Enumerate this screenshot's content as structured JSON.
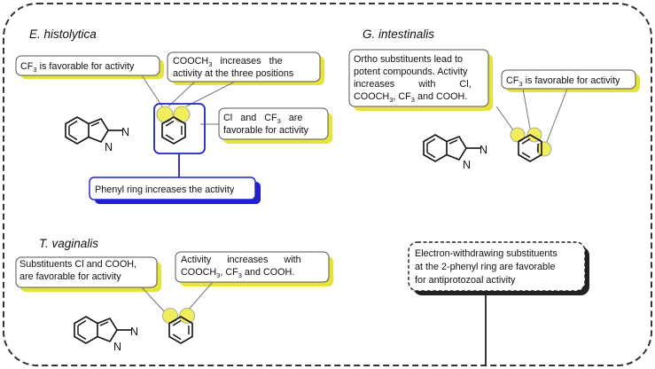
{
  "organisms": {
    "e_histolytica": "E. histolytica",
    "g_intestinalis": "G. intestinalis",
    "t_vaginalis": "T. vaginalis"
  },
  "notes": {
    "eh_cf3": {
      "pre": "CF",
      "sub": "3",
      "post": " is favorable for activity"
    },
    "eh_cooch3": {
      "line1": {
        "pre": "COOCH",
        "sub": "3",
        "post": "   increases   the"
      },
      "line2": "activity at the three positions"
    },
    "eh_cl_cf3": {
      "line1": {
        "pre": "Cl   and   CF",
        "sub": "3",
        "post": "   are"
      },
      "line2": "favorable for activity"
    },
    "eh_phenyl": "Phenyl ring increases the activity",
    "gi_ortho": {
      "line1": "Ortho substituents lead to",
      "line2": "potent compounds. Activity",
      "line3": "increases         with         Cl,",
      "line4": {
        "pre": "COOCH",
        "sub1": "3",
        "mid": ", CF",
        "sub2": "3",
        "post": " and COOH."
      }
    },
    "gi_cf3": {
      "pre": "CF",
      "sub": "3",
      "post": " is favorable for activity"
    },
    "tv_cl_cooh": {
      "line1": "Substituents Cl and COOH,",
      "line2": "are favorable for activity"
    },
    "tv_activity": {
      "line1": "Activity      increases      with",
      "line2": {
        "pre": "COOCH",
        "sub1": "3",
        "mid": ", CF",
        "sub2": "3",
        "post": " and COOH."
      }
    },
    "summary": {
      "line1": "Electron-withdrawing substituents",
      "line2": "at the 2-phenyl ring are favorable",
      "line3": "for antiprotozoal activity"
    }
  },
  "atoms": {
    "n1": "N",
    "n2": "N"
  },
  "colors": {
    "highlight": "#f0ee5c",
    "shadow": "#e6e33a",
    "accent_blue": "#2222cc",
    "line": "#222222"
  }
}
